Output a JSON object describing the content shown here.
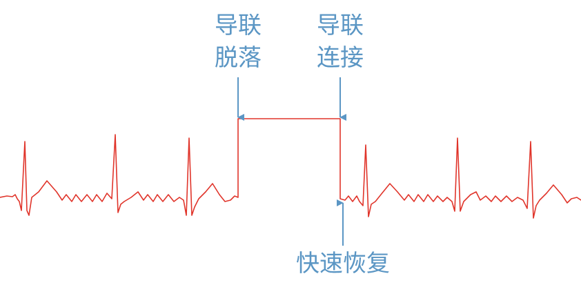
{
  "labels": {
    "lead_off_line1": "导联",
    "lead_off_line2": "脱落",
    "lead_on_line1": "导联",
    "lead_on_line2": "连接",
    "fast_recovery": "快速恢复"
  },
  "colors": {
    "waveform": "#e0342a",
    "annotation": "#5b96c4",
    "background": "#ffffff"
  }
}
